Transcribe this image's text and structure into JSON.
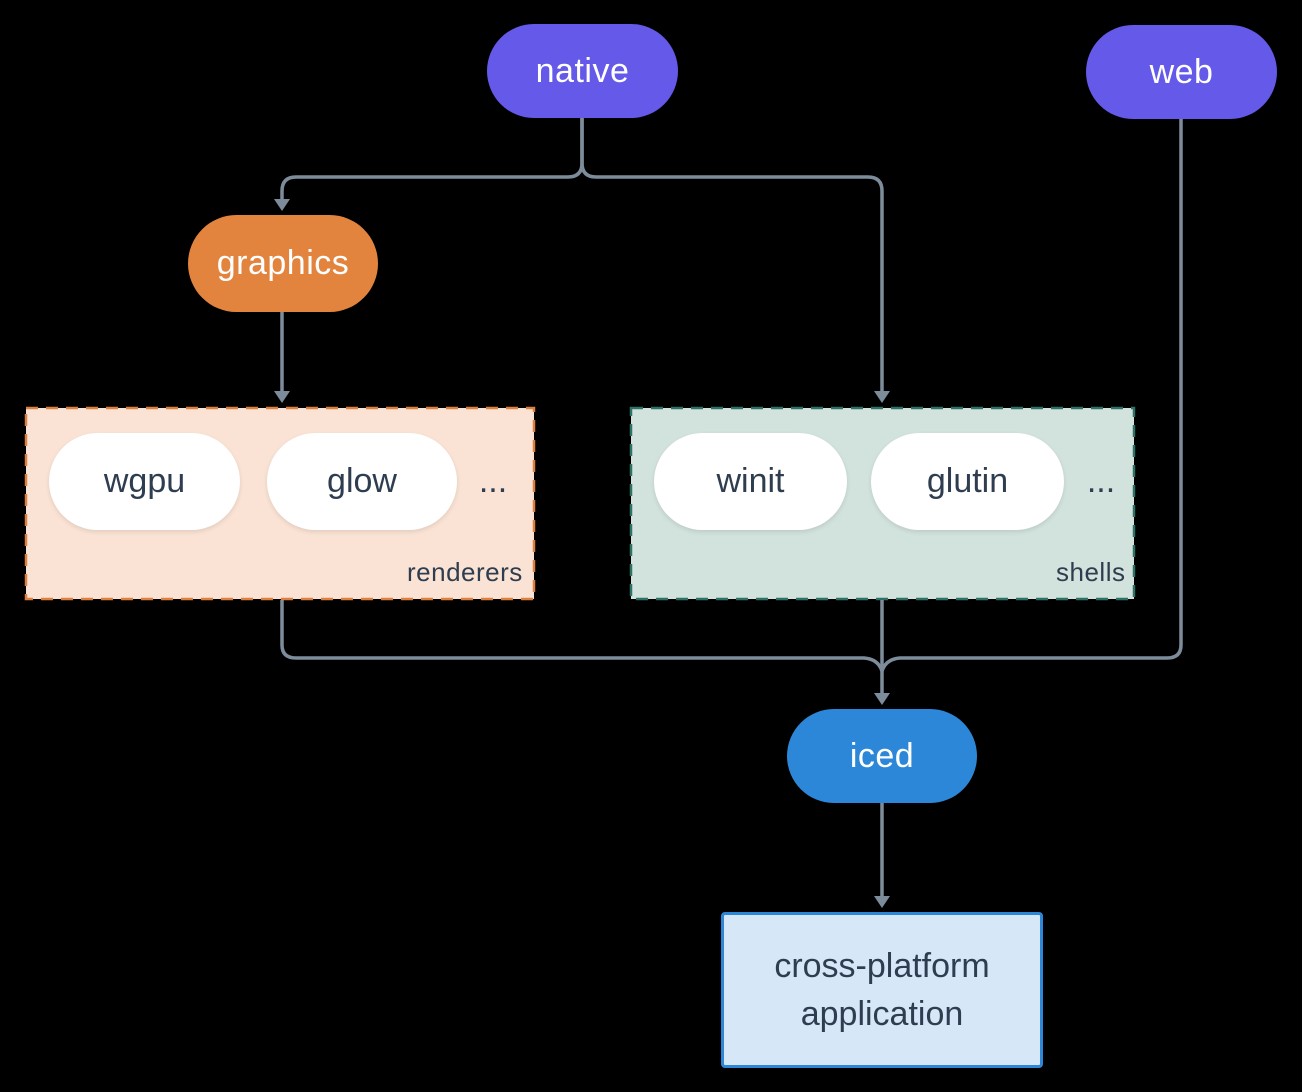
{
  "diagram": {
    "nodes": {
      "native": {
        "label": "native",
        "color": "#6459e8"
      },
      "web": {
        "label": "web",
        "color": "#6459e8"
      },
      "graphics": {
        "label": "graphics",
        "color": "#e2843e"
      },
      "iced": {
        "label": "iced",
        "color": "#2d87d8"
      },
      "application": {
        "label_line_1": "cross-platform",
        "label_line_2": "application",
        "bg": "#d6e7f8",
        "border": "#2d87d8"
      }
    },
    "groups": {
      "renderers": {
        "label": "renderers",
        "items": [
          "wgpu",
          "glow"
        ],
        "ellipsis": "...",
        "bg": "#fae3d4",
        "border": "#dc7f3f"
      },
      "shells": {
        "label": "shells",
        "items": [
          "winit",
          "glutin"
        ],
        "ellipsis": "...",
        "bg": "#d2e2dc",
        "border": "#2f7265"
      }
    },
    "colors": {
      "background": "#000000",
      "connector": "#7d8c9b",
      "dark_text": "#2e3d4f",
      "chip_bg": "#ffffff"
    }
  }
}
